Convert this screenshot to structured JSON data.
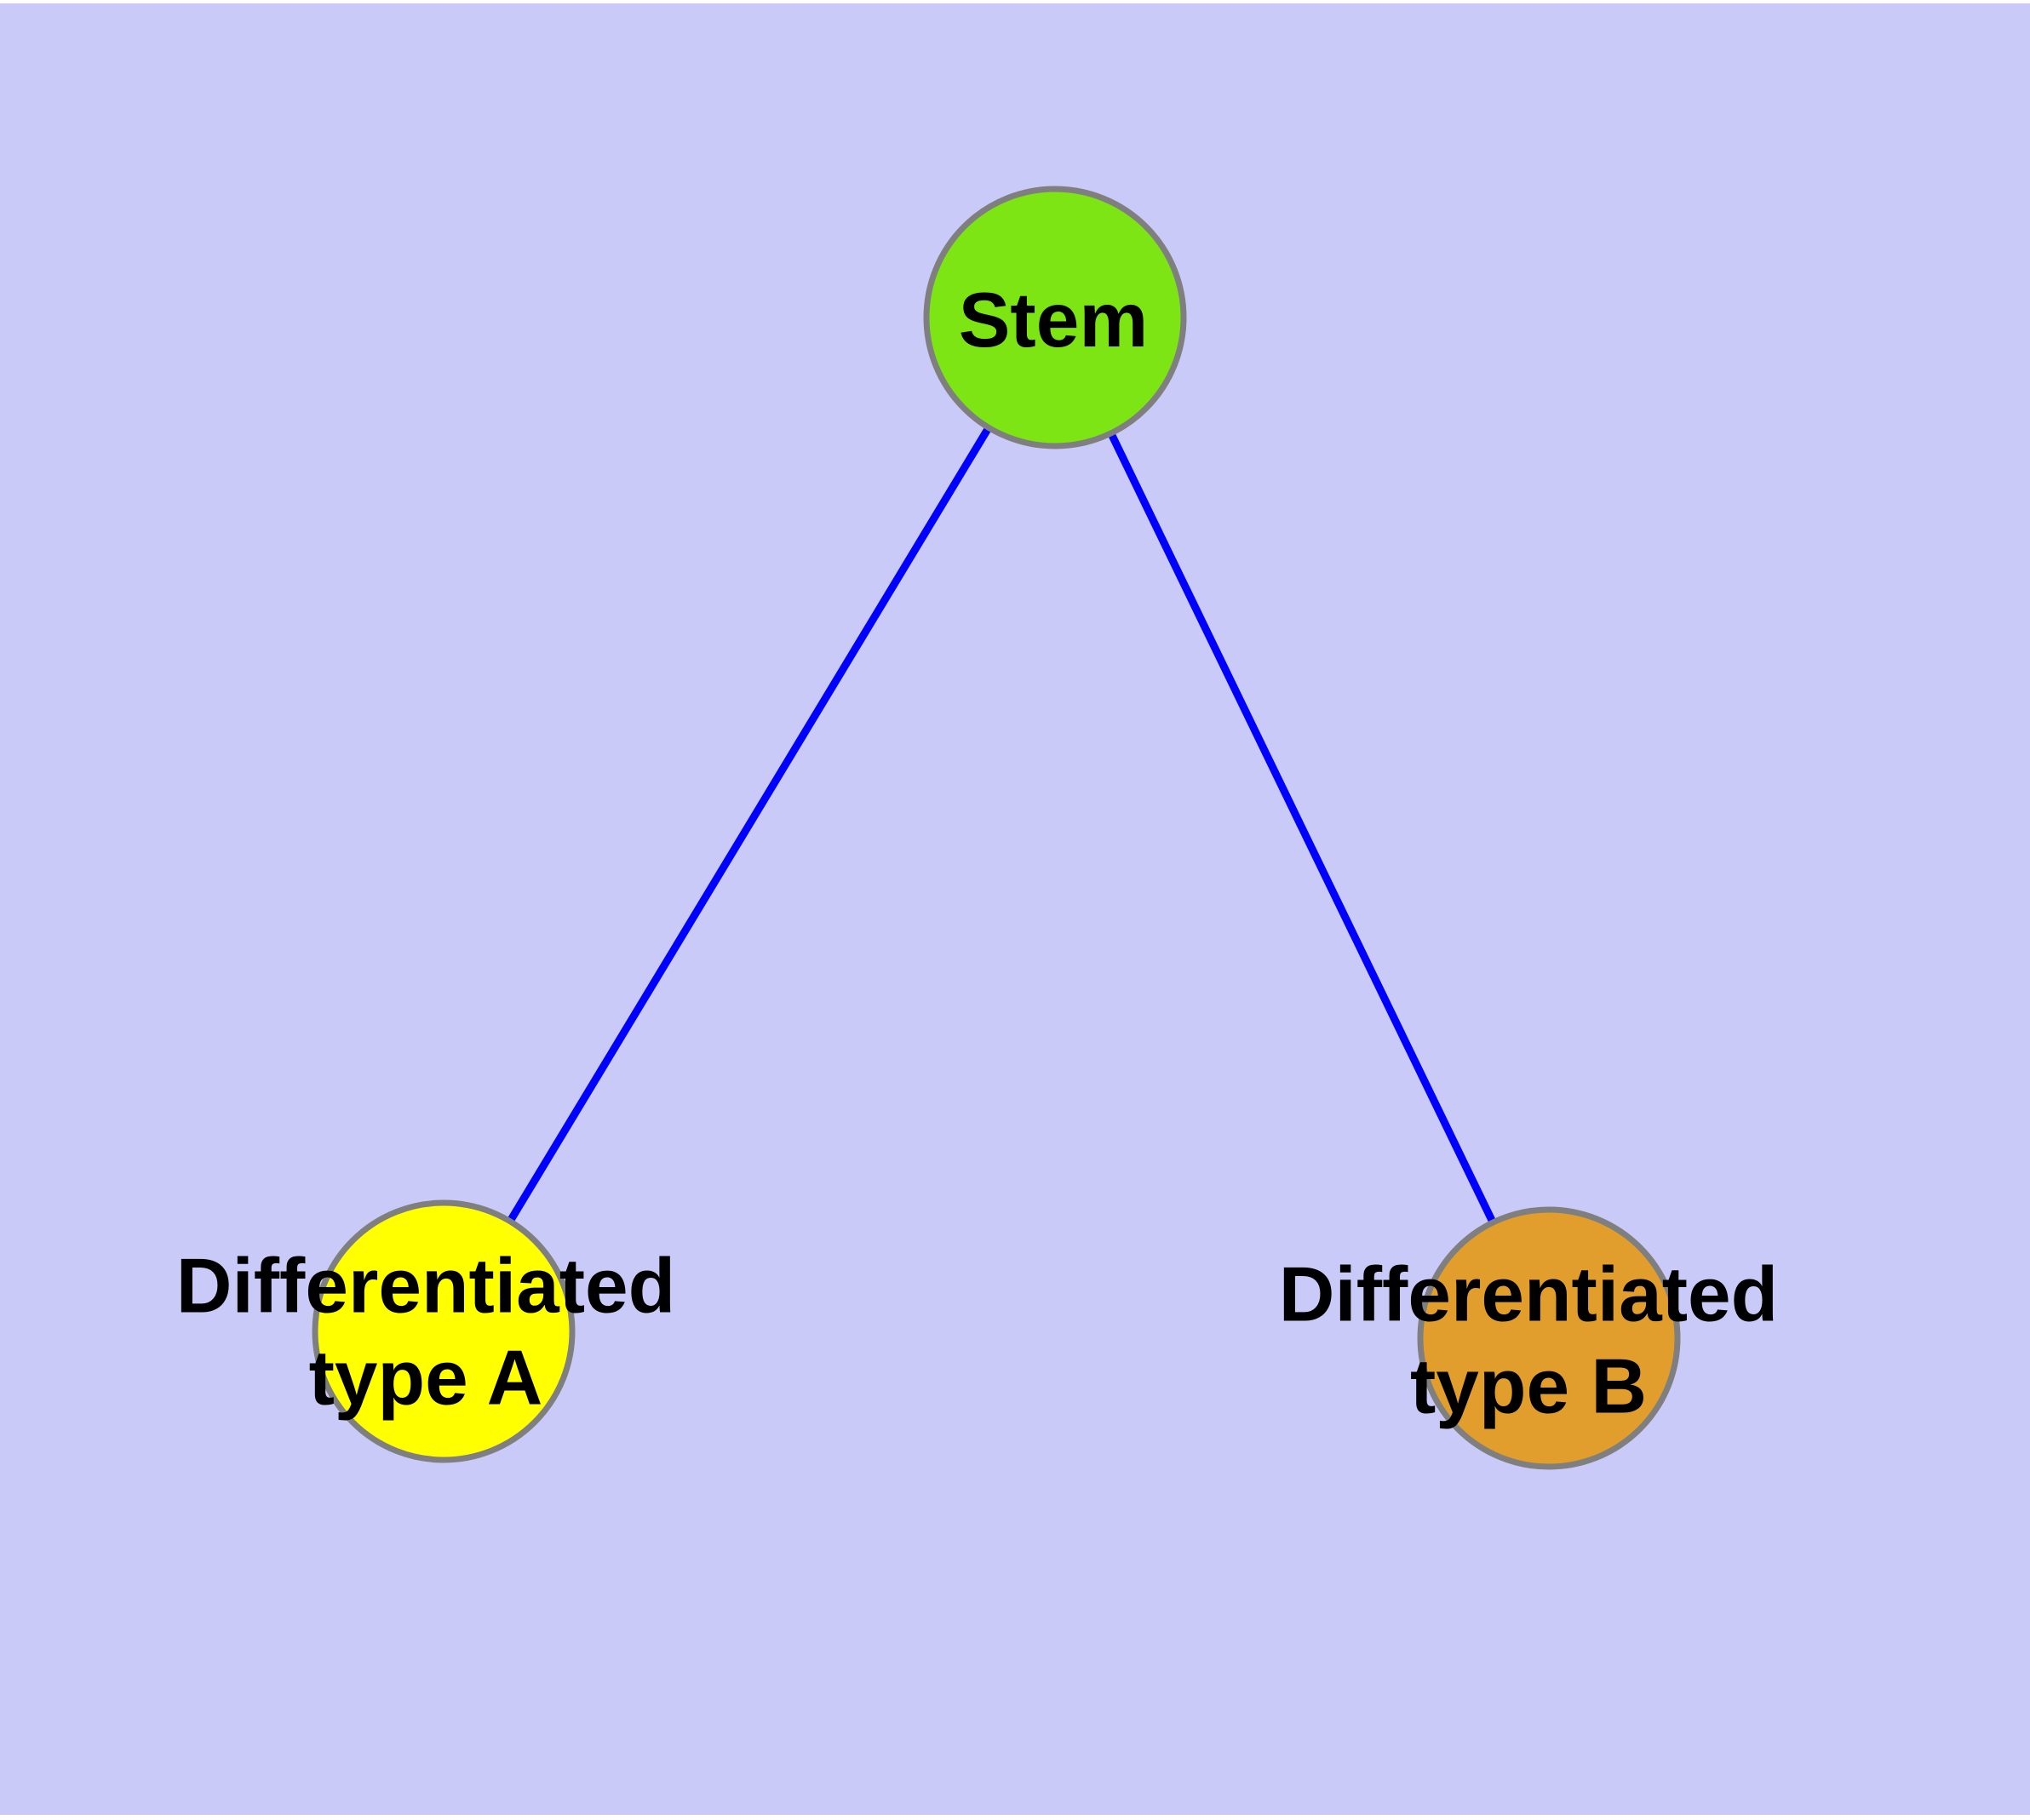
{
  "diagram": {
    "background_color": "#CACAF8",
    "edge_color": "#0000FF",
    "node_border_color": "#7F7F7F",
    "label_color": "#000000",
    "nodes": [
      {
        "id": "stem",
        "label": "Stem",
        "fill": "#7DE514"
      },
      {
        "id": "type-a",
        "label": "Differentiated\ntype A",
        "fill": "#FFFF00"
      },
      {
        "id": "type-b",
        "label": "Differentiated\ntype B",
        "fill": "#E19E2D"
      }
    ],
    "edges": [
      {
        "from": "stem",
        "to": "type-a"
      },
      {
        "from": "stem",
        "to": "type-b"
      }
    ]
  }
}
